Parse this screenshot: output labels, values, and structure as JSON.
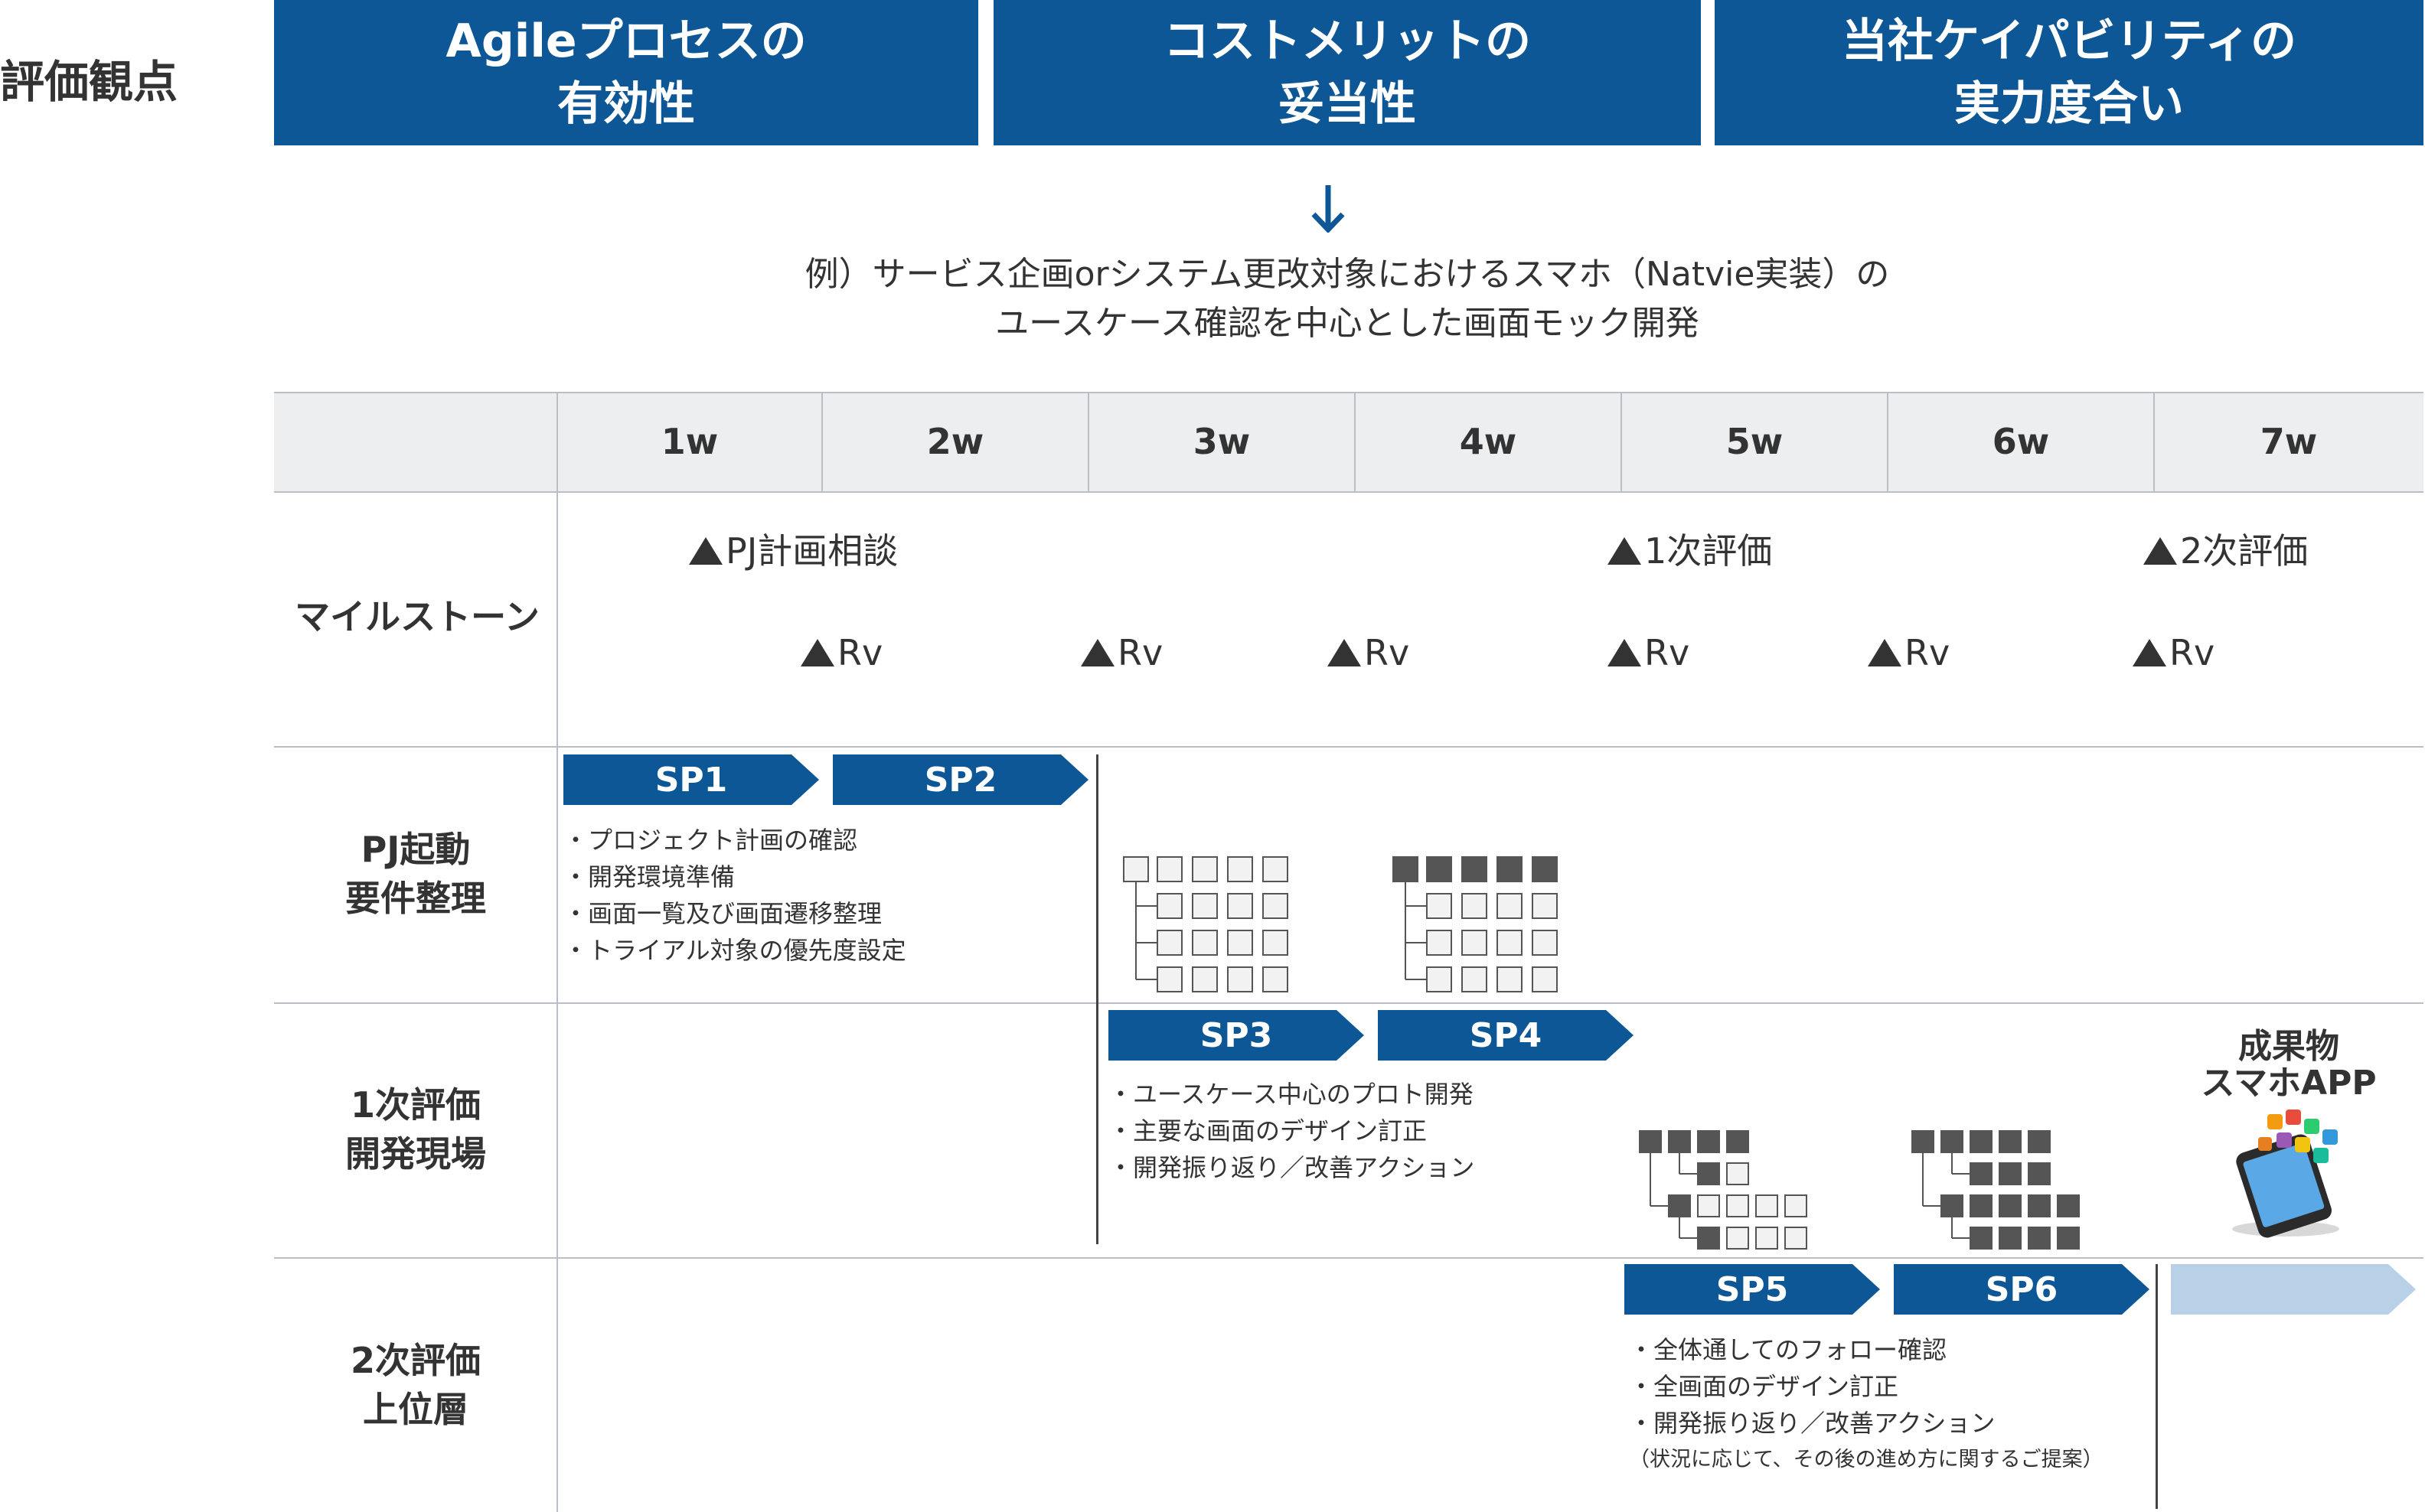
{
  "evaluation_label": "評価観点",
  "header_boxes": [
    {
      "line1": "Agileプロセスの",
      "line2": "有効性"
    },
    {
      "line1": "コストメリットの",
      "line2": "妥当性"
    },
    {
      "line1": "当社ケイパビリティの",
      "line2": "実力度合い"
    }
  ],
  "example_text": {
    "line1": "例）サービス企画orシステム更改対象におけるスマホ（Natvie実装）の",
    "line2": "ユースケース確認を中心とした画面モック開発"
  },
  "weeks": [
    "1w",
    "2w",
    "3w",
    "4w",
    "5w",
    "6w",
    "7w"
  ],
  "rows": {
    "milestone": {
      "label": "マイルストーン"
    },
    "pj": {
      "line1": "PJ起動",
      "line2": "要件整理"
    },
    "first_eval": {
      "line1": "1次評価",
      "line2": "開発現場"
    },
    "second_eval": {
      "line1": "2次評価",
      "line2": "上位層"
    }
  },
  "milestones": {
    "pj_plan": "PJ計画相談",
    "first_review": "1次評価",
    "second_review": "2次評価",
    "rv": "Rv"
  },
  "sprints": [
    "SP1",
    "SP2",
    "SP3",
    "SP4",
    "SP5",
    "SP6"
  ],
  "notes_pj": [
    "・プロジェクト計画の確認",
    "・開発環境準備",
    "・画面一覧及び画面遷移整理",
    "・トライアル対象の優先度設定"
  ],
  "notes_first": [
    "・ユースケース中心のプロト開発",
    "・主要な画面のデザイン訂正",
    "・開発振り返り／改善アクション"
  ],
  "notes_second": [
    "・全体通してのフォロー確認",
    "・全画面のデザイン訂正",
    "・開発振り返り／改善アクション"
  ],
  "notes_second_small": "（状況に応じて、その後の進め方に関するご提案）",
  "deliverable": {
    "line1": "成果物",
    "line2": "スマホAPP"
  },
  "colors": {
    "primary": "#0e5796",
    "light_arrow": "#b9d1e6",
    "grid_dark": "#555555",
    "grid_light": "#f2f2f2"
  }
}
